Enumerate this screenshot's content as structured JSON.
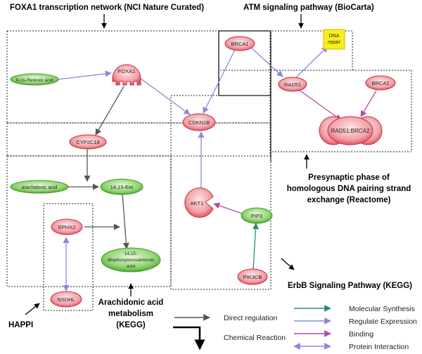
{
  "titles": {
    "foxa1": "FOXA1 transcription network (NCI Nature Curated)",
    "atm": "ATM signaling pathway (BioCarta)",
    "presyn_1": "Presynaptic phase of",
    "presyn_2": "homologous DNA pairing strand",
    "presyn_3": "exchange (Reactome)",
    "erbb": "ErbB Signaling Pathway (KEGG)",
    "arach_1": "Arachidonic acid",
    "arach_2": "metabolism",
    "arach_3": "(KEGG)",
    "happi": "HAPPI"
  },
  "nodes": {
    "brca1": "BRCA1",
    "dna_repair_1": "DNA",
    "dna_repair_2": "repair",
    "rad51": "RAD51",
    "brca2": "BRCA2",
    "rad51_brca2": "RAD51:BRCA2",
    "foxa1": "FOXA1",
    "retinoic": "9-cis-Retinoic acid",
    "cdkn1b": "CDKN1B",
    "cyp2c18": "CYP2C18",
    "arachidonic": "arachidonic acid",
    "eet": "14,15-Eet",
    "ephx2": "EPHX2",
    "dhet_1": "14,15-",
    "dhet_2": "dihydroxyeicosatrienoic",
    "dhet_3": "acid",
    "nsdhl": "NSDHL",
    "akt1": "AKT1",
    "pip3": "PIP3",
    "pik3cb": "PIK3CB"
  },
  "legend": {
    "direct_regulation": "Direct regulation",
    "chemical_reaction": "Chemical Reaction",
    "molecular_synthesis": "Molecular Synthesis",
    "regulate_expression": "Regulate Expression",
    "binding": "Binding",
    "protein_interaction": "Protein Interaction"
  },
  "colors": {
    "protein_fill": "#f2a0a8",
    "protein_stroke": "#cc2d3c",
    "chemical_fill": "#8fd46e",
    "chemical_stroke": "#3f9a2a",
    "dna_fill": "#f7ee1c",
    "direct_regulation": "#555555",
    "regulate_expression": "#8a8ad8",
    "binding": "#b04fa6",
    "molecular_synthesis": "#2a8a78",
    "protein_interaction": "#8a8ad8"
  }
}
